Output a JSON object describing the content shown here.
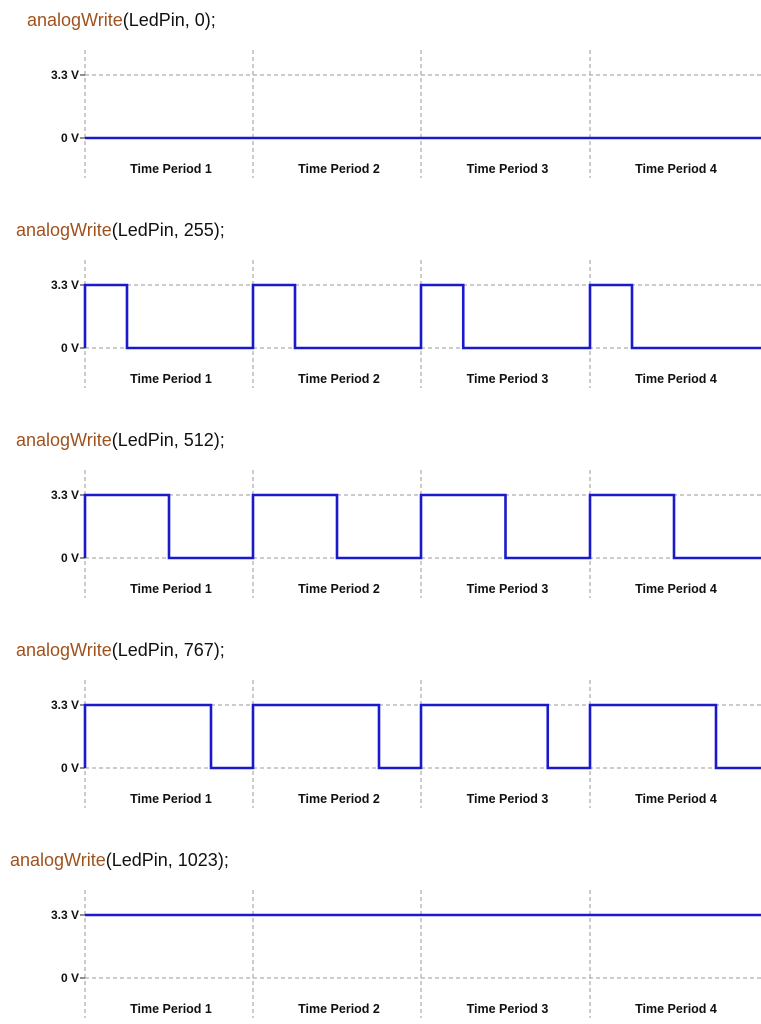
{
  "chart_data": [
    {
      "type": "line",
      "title_fn": "analogWrite",
      "title_args": "(LedPin, 0);",
      "y_labels": [
        "3.3 V",
        "0 V"
      ],
      "x_labels": [
        "Time Period 1",
        "Time Period 2",
        "Time Period 3",
        "Time Period 4"
      ],
      "duty_fraction": 0.0
    },
    {
      "type": "line",
      "title_fn": "analogWrite",
      "title_args": "(LedPin, 255);",
      "y_labels": [
        "3.3 V",
        "0 V"
      ],
      "x_labels": [
        "Time Period 1",
        "Time Period 2",
        "Time Period 3",
        "Time Period 4"
      ],
      "duty_fraction": 0.25
    },
    {
      "type": "line",
      "title_fn": "analogWrite",
      "title_args": "(LedPin, 512);",
      "y_labels": [
        "3.3 V",
        "0 V"
      ],
      "x_labels": [
        "Time Period 1",
        "Time Period 2",
        "Time Period 3",
        "Time Period 4"
      ],
      "duty_fraction": 0.5
    },
    {
      "type": "line",
      "title_fn": "analogWrite",
      "title_args": "(LedPin, 767);",
      "y_labels": [
        "3.3 V",
        "0 V"
      ],
      "x_labels": [
        "Time Period 1",
        "Time Period 2",
        "Time Period 3",
        "Time Period 4"
      ],
      "duty_fraction": 0.75
    },
    {
      "type": "line",
      "title_fn": "analogWrite",
      "title_args": "(LedPin, 1023);",
      "y_labels": [
        "3.3 V",
        "0 V"
      ],
      "x_labels": [
        "Time Period 1",
        "Time Period 2",
        "Time Period 3",
        "Time Period 4"
      ],
      "duty_fraction": 1.0
    }
  ],
  "colors": {
    "wave": "#1a1acc",
    "code_fn": "#a0521d"
  }
}
